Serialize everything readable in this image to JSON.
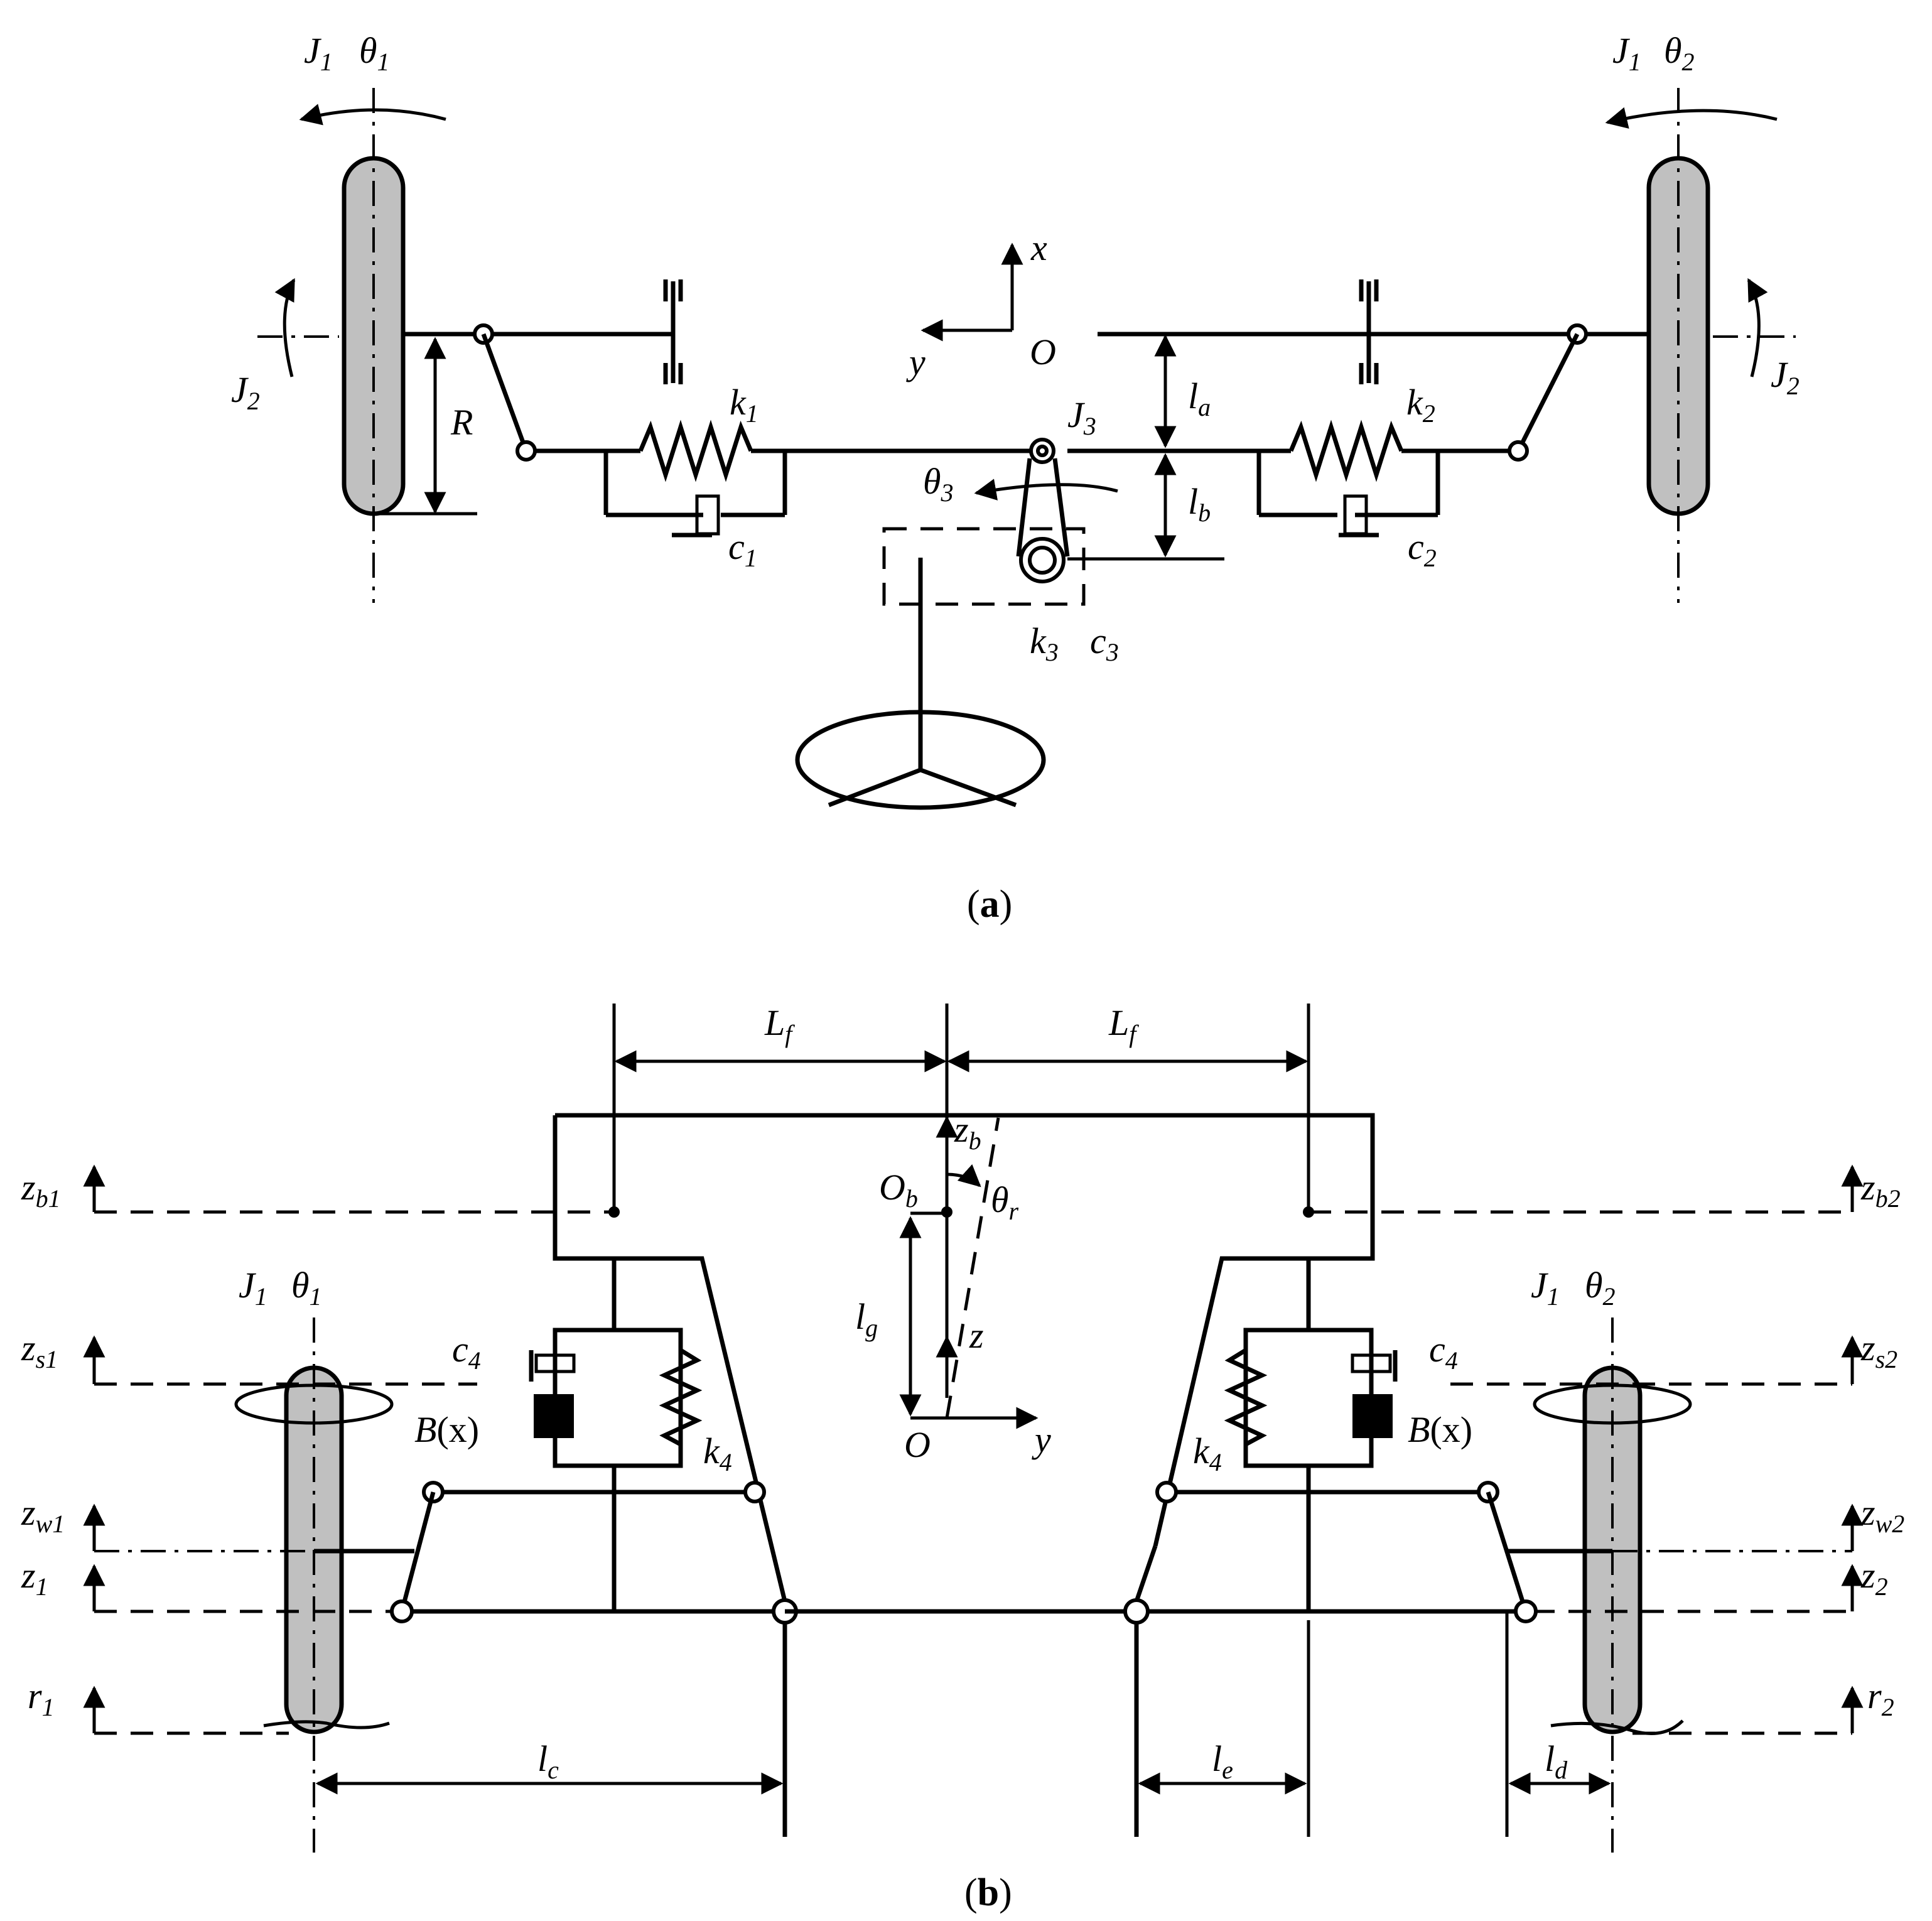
{
  "panel_a": {
    "caption": {
      "open": "(",
      "letter": "a",
      "close": ")"
    },
    "left_wheel": {
      "J": "J",
      "J_sub": "1",
      "theta": "θ",
      "theta_sub": "1",
      "J2": "J",
      "J2_sub": "2"
    },
    "right_wheel": {
      "J": "J",
      "J_sub": "1",
      "theta": "θ",
      "theta_sub": "2",
      "J2": "J",
      "J2_sub": "2"
    },
    "radius": "R",
    "spring_left": {
      "k": "k",
      "k_sub": "1",
      "c": "c",
      "c_sub": "1"
    },
    "spring_right": {
      "k": "k",
      "k_sub": "2",
      "c": "c",
      "c_sub": "2"
    },
    "column": {
      "J": "J",
      "J_sub": "3",
      "theta": "θ",
      "theta_sub": "3",
      "k": "k",
      "k_sub": "3",
      "c": "c",
      "c_sub": "3"
    },
    "axes": {
      "x": "x",
      "y": "y",
      "origin": "O"
    },
    "dims": {
      "la": "l",
      "la_sub": "a",
      "lb": "l",
      "lb_sub": "b"
    }
  },
  "panel_b": {
    "caption": {
      "open": "(",
      "letter": "b",
      "close": ")"
    },
    "Lf_left": {
      "L": "L",
      "sub": "f"
    },
    "Lf_right": {
      "L": "L",
      "sub": "f"
    },
    "body": {
      "zb": "z",
      "zb_sub": "b",
      "Ob": "O",
      "Ob_sub": "b",
      "theta": "θ",
      "theta_sub": "r",
      "lg": "l",
      "lg_sub": "g",
      "z": "z",
      "O": "O",
      "y": "y"
    },
    "left": {
      "zb": "z",
      "zb_sub": "b1",
      "zs": "z",
      "zs_sub": "s1",
      "zw": "z",
      "zw_sub": "w1",
      "z": "z",
      "z_sub": "1",
      "r": "r",
      "r_sub": "1",
      "J": "J",
      "J_sub": "1",
      "theta": "θ",
      "theta_sub": "1",
      "c": "c",
      "c_sub": "4",
      "k": "k",
      "k_sub": "4",
      "B": "B",
      "Bx": "(x)"
    },
    "right": {
      "zb": "z",
      "zb_sub": "b2",
      "zs": "z",
      "zs_sub": "s2",
      "zw": "z",
      "zw_sub": "w2",
      "z": "z",
      "z_sub": "2",
      "r": "r",
      "r_sub": "2",
      "J": "J",
      "J_sub": "1",
      "theta": "θ",
      "theta_sub": "2",
      "c": "c",
      "c_sub": "4",
      "k": "k",
      "k_sub": "4",
      "B": "B",
      "Bx": "(x)"
    },
    "dims": {
      "lc": "l",
      "lc_sub": "c",
      "le": "l",
      "le_sub": "e",
      "ld": "l",
      "ld_sub": "d"
    }
  }
}
